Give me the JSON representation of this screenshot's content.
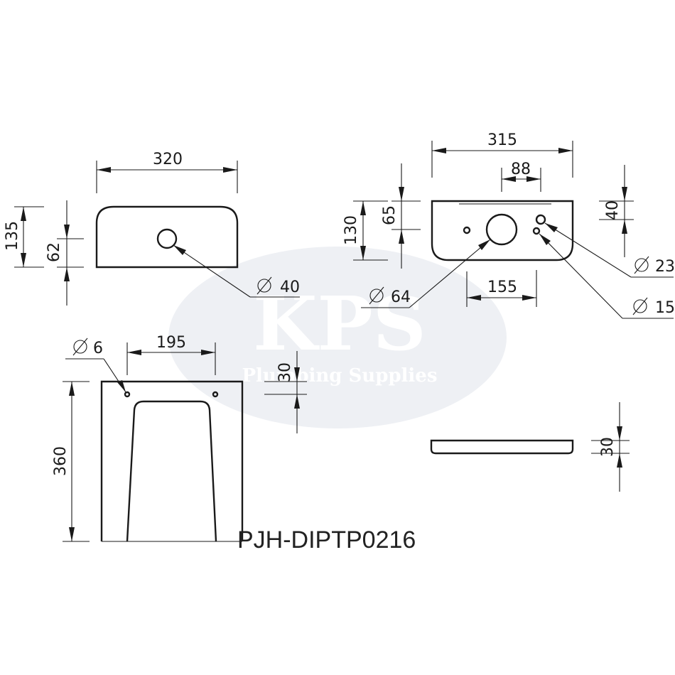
{
  "watermark": {
    "logo_text": "KPS",
    "tagline": "Plumbing Supplies"
  },
  "product_code": "PJH-DIPTP0216",
  "dimensions": {
    "lid_width": "320",
    "lid_height": "135",
    "lid_hole_height": "62",
    "lid_hole_dia": "40",
    "base_width": "315",
    "base_hole_spacing": "88",
    "base_height": "130",
    "base_hole_height": "65",
    "base_small_height": "40",
    "base_large_hole_dia": "64",
    "base_offset": "155",
    "base_hole_dia_23": "23",
    "base_hole_dia_15": "15",
    "top_hole_dia": "6",
    "top_hole_spacing": "195",
    "top_hole_offset": "30",
    "top_depth": "360",
    "plate_thickness": "30"
  }
}
